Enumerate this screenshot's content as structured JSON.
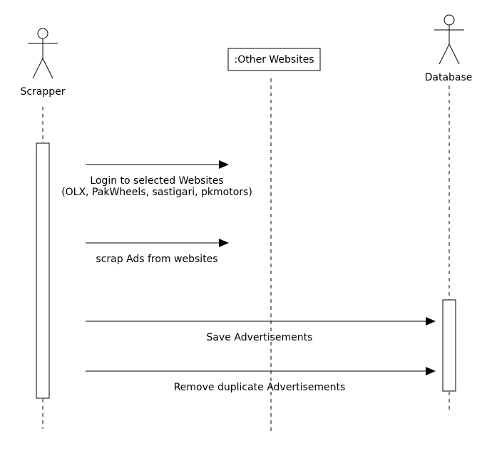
{
  "participants": {
    "scrapper": {
      "label": "Scrapper",
      "kind": "actor"
    },
    "other_websites": {
      "label": ":Other Websites",
      "kind": "object"
    },
    "database": {
      "label": "Database",
      "kind": "actor"
    }
  },
  "messages": [
    {
      "from": "scrapper",
      "to": "other_websites",
      "label_line1": "Login to selected Websites",
      "label_line2": "(OLX, PakWheels, sastigari, pkmotors)"
    },
    {
      "from": "scrapper",
      "to": "other_websites",
      "label_line1": "scrap Ads from websites"
    },
    {
      "from": "scrapper",
      "to": "database",
      "label_line1": "Save Advertisements"
    },
    {
      "from": "scrapper",
      "to": "database",
      "label_line1": "Remove duplicate Advertisements"
    }
  ],
  "colors": {
    "stroke": "#000000",
    "background": "#ffffff"
  }
}
